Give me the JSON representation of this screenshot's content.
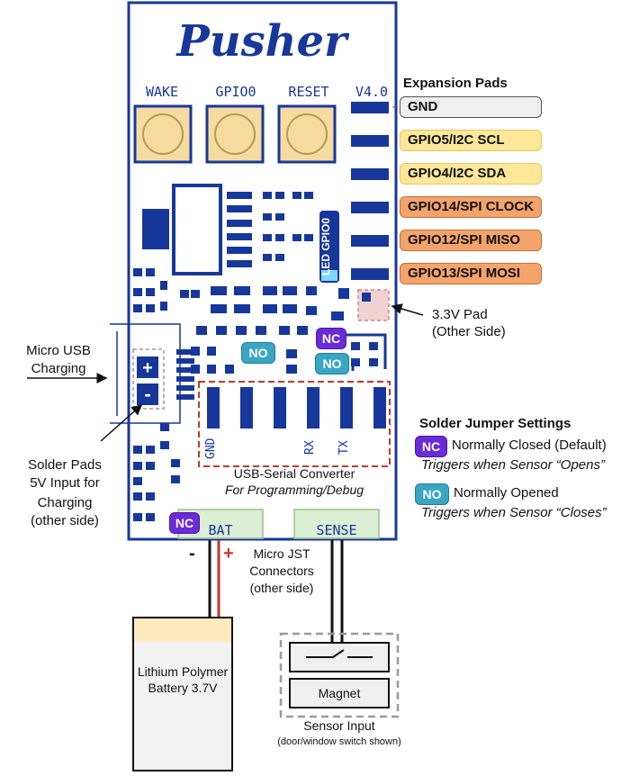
{
  "board": {
    "title": "Pusher",
    "version": "V4.0",
    "buttons": [
      "WAKE",
      "GPIO0",
      "RESET"
    ],
    "led_label": "LED GPIO0",
    "pin_labels": [
      "GND",
      "RX",
      "TX"
    ],
    "connectors": [
      "BAT",
      "SENSE"
    ],
    "plus": "+",
    "minus": "-"
  },
  "expansion": {
    "heading": "Expansion Pads",
    "pads": [
      {
        "label": "GND",
        "fill": "#efefef",
        "border": "#555555"
      },
      {
        "label": "GPIO5/I2C SCL",
        "fill": "#ffe79a",
        "border": "#e6c75a"
      },
      {
        "label": "GPIO4/I2C SDA",
        "fill": "#ffe79a",
        "border": "#e6c75a"
      },
      {
        "label": "GPIO14/SPI CLOCK",
        "fill": "#f4a46a",
        "border": "#c0703a"
      },
      {
        "label": "GPIO12/SPI MISO",
        "fill": "#f4a46a",
        "border": "#c0703a"
      },
      {
        "label": "GPIO13/SPI MOSI",
        "fill": "#f4a46a",
        "border": "#c0703a"
      }
    ]
  },
  "annotations": {
    "pad33_l1": "3.3V Pad",
    "pad33_l2": "(Other Side)",
    "usb_l1": "Micro USB",
    "usb_l2": "Charging",
    "solder_l1": "Solder Pads",
    "solder_l2": "5V Input for",
    "solder_l3": "Charging",
    "solder_l4": "(other side)",
    "usb_serial_l1": "USB-Serial Converter",
    "usb_serial_l2": "For Programming/Debug",
    "jst_l1": "Micro JST",
    "jst_l2": "Connectors",
    "jst_l3": "(other side)",
    "battery_l1": "Lithium Polymer",
    "battery_l2": "Battery 3.7V",
    "magnet": "Magnet",
    "sensor_l1": "Sensor Input",
    "sensor_l2": "(door/window switch shown)",
    "battery_minus": "-",
    "battery_plus": "+"
  },
  "jumpers": {
    "heading": "Solder Jumper Settings",
    "nc_badge": "NC",
    "no_badge": "NO",
    "nc_text": "Normally Closed (Default)",
    "nc_sub": "Triggers when Sensor “Opens”",
    "no_text": "Normally Opened",
    "no_sub": "Triggers when Sensor “Closes”"
  },
  "colors": {
    "board_blue": "#17379a",
    "nc_purple": "#6a2bd9",
    "no_teal": "#3aa6c4"
  }
}
